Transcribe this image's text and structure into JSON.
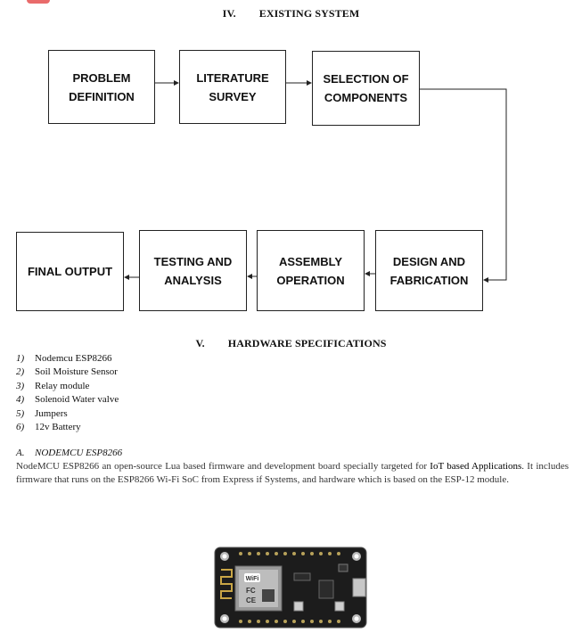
{
  "section_existing": {
    "number": "IV.",
    "title": "EXISTING SYSTEM"
  },
  "flow": {
    "boxes": [
      {
        "key": "problem",
        "label": "PROBLEM\nDEFINITION"
      },
      {
        "key": "literature",
        "label": "LITERATURE\nSURVEY"
      },
      {
        "key": "selection",
        "label": "SELECTION OF\nCOMPONENTS"
      },
      {
        "key": "design",
        "label": "DESIGN AND\nFABRICATION"
      },
      {
        "key": "assembly",
        "label": "ASSEMBLY\nOPERATION"
      },
      {
        "key": "testing",
        "label": "TESTING AND\nANALYSIS"
      },
      {
        "key": "final",
        "label": "FINAL OUTPUT"
      }
    ]
  },
  "section_hardware": {
    "number": "V.",
    "title": "HARDWARE SPECIFICATIONS"
  },
  "hardware_list": [
    {
      "num": "1)",
      "text": "Nodemcu ESP8266"
    },
    {
      "num": "2)",
      "text": "Soil Moisture Sensor"
    },
    {
      "num": "3)",
      "text": "Relay module"
    },
    {
      "num": "4)",
      "text": "Solenoid Water valve"
    },
    {
      "num": "5)",
      "text": "Jumpers"
    },
    {
      "num": "6)",
      "text": "12v Battery"
    }
  ],
  "subsection": {
    "letter": "A.",
    "title": "NODEMCU ESP8266"
  },
  "paragraph": {
    "before": "NodeMCU ESP8266 an open-source Lua based firmware and development board specially targeted for ",
    "highlight": "IoT based Applications",
    "after": ". It includes firmware that runs on the ESP8266 Wi-Fi SoC from Express if Systems, and hardware which is based on the ESP-12 module."
  },
  "board_image": {
    "wifi_text": "WiFi",
    "fc_text": "FC",
    "ce_text": "CE"
  }
}
